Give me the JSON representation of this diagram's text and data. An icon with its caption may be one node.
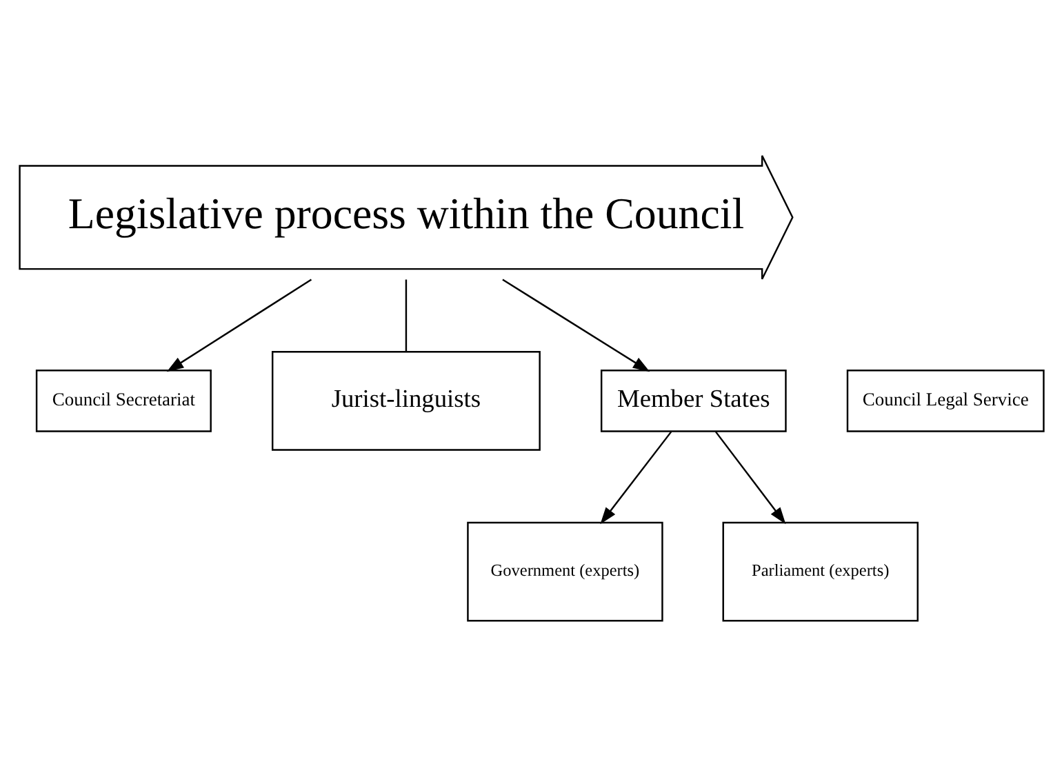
{
  "diagram": {
    "nodes": [
      {
        "text": [
          "Legislative process within the Council"
        ]
      },
      {
        "text": [
          "Council Secretariat"
        ]
      },
      {
        "text": [
          "Council Legal Service"
        ]
      },
      {
        "text": [
          "Jurist-linguists"
        ]
      },
      {
        "text": [
          "Member States"
        ]
      },
      {
        "text": [
          "Government (experts)"
        ]
      },
      {
        "text": [
          "Parliament (experts)"
        ]
      }
    ],
    "edges": [
      {
        "from": 0,
        "to": 1,
        "arrow": "to"
      },
      {
        "from": 0,
        "to": 4,
        "arrow": "to"
      },
      {
        "from": 0,
        "to": 3,
        "arrow": "none"
      },
      {
        "from": 4,
        "to": 5,
        "arrow": "to"
      },
      {
        "from": 4,
        "to": 6,
        "arrow": "to"
      }
    ]
  }
}
